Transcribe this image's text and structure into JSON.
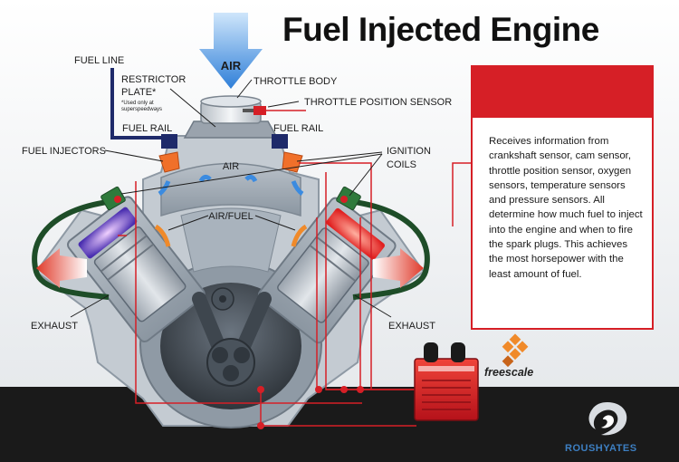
{
  "title": "Fuel Injected Engine",
  "labels": {
    "air_top": "AIR",
    "fuel_line": "FUEL LINE",
    "restrictor_plate_line1": "RESTRICTOR",
    "restrictor_plate_line2": "PLATE*",
    "restrictor_note_line1": "*Used only at",
    "restrictor_note_line2": "superspeedways",
    "throttle_body": "THROTTLE BODY",
    "throttle_position_sensor": "THROTTLE POSITION SENSOR",
    "fuel_rail_left": "FUEL RAIL",
    "fuel_rail_right": "FUEL RAIL",
    "fuel_injectors": "FUEL INJECTORS",
    "air_intake": "AIR",
    "ignition_coils_line1": "IGNITION",
    "ignition_coils_line2": "COILS",
    "air_fuel": "AIR/FUEL",
    "exhaust_left": "EXHAUST",
    "exhaust_right": "EXHAUST"
  },
  "ecu_description": "Receives information from crankshaft sensor, cam sensor, throttle position sensor, oxygen sensors, temperature sensors and pressure sensors. All determine how much fuel to inject into the engine and when to fire the spark plugs. This achieves the most horsepower with the least amount of fuel.",
  "logos": {
    "freescale": "freescale",
    "roush": "ROUSHYATES"
  },
  "colors": {
    "accent_red": "#d61f26",
    "air_blue": "#3b8be0",
    "engine_grey": "#7f8c98",
    "floor_dark": "#1a1a1a",
    "coil_green": "#2f7a3c",
    "fuel_line_navy": "#1e2a6a"
  }
}
